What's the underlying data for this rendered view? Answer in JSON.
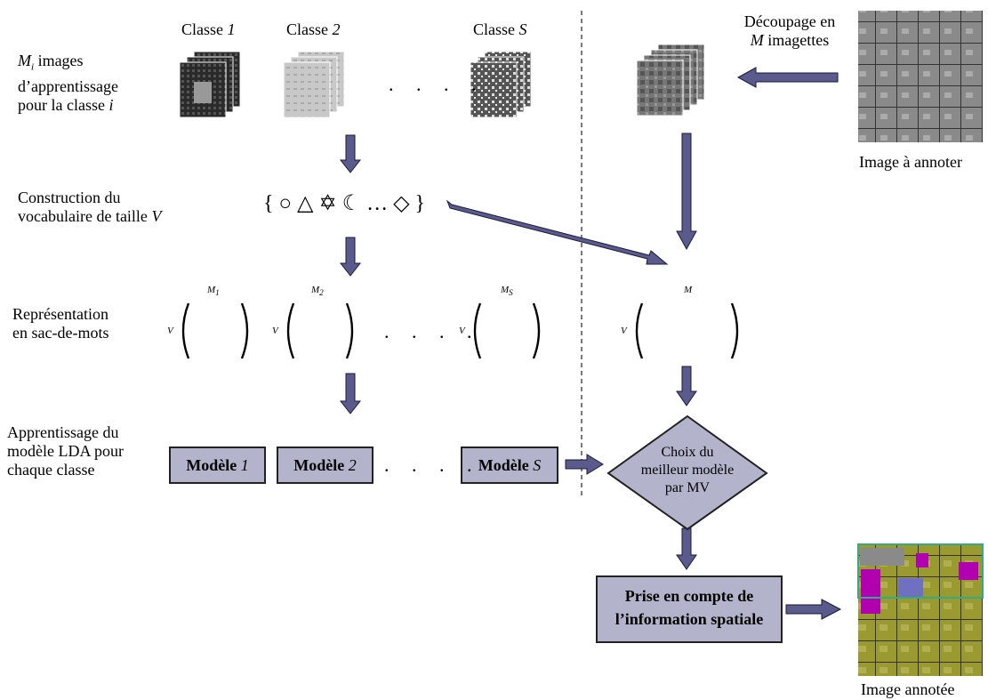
{
  "top": {
    "class1": {
      "prefix": "Classe ",
      "idx": "1"
    },
    "class2": {
      "prefix": "Classe ",
      "idx": "2"
    },
    "classS": {
      "prefix": "Classe ",
      "idx": "S"
    },
    "train_label": {
      "line1_var": "M",
      "line1_sub": "i",
      "line1_rest": " images",
      "line2": "d’apprentissage",
      "line3": "pour la classe ",
      "line3_var": "i"
    },
    "decoupage": {
      "line1": "Découpage en",
      "line2_var": "M",
      "line2_rest": " imagettes"
    },
    "image_to_annotate": "Image à annoter"
  },
  "vocab": {
    "label_line1": "Construction du",
    "label_line2": "vocabulaire de taille ",
    "label_var": "V",
    "symbols": "{ ○ △ ✡ ☾ … ◇ }"
  },
  "bow": {
    "label_line1": "Représentation",
    "label_line2": "en sac-de-mots",
    "row_var": "V",
    "m1": "M",
    "m1_sub": "1",
    "m2": "M",
    "m2_sub": "2",
    "ms": "M",
    "ms_sub": "S",
    "m": "M"
  },
  "lda": {
    "label_line1": "Apprentissage du",
    "label_line2": "modèle LDA pour",
    "label_line3": "chaque classe",
    "model1": {
      "prefix": "Modèle ",
      "idx": "1"
    },
    "model2": {
      "prefix": "Modèle ",
      "idx": "2"
    },
    "modelS": {
      "prefix": "Modèle ",
      "idx": "S"
    }
  },
  "decision": {
    "line1": "Choix du",
    "line2": "meilleur modèle",
    "line3": "par MV"
  },
  "spatial": {
    "line1": "Prise en compte de",
    "line2": "l’information spatiale"
  },
  "image_annotated": "Image annotée",
  "ellipsis": ". . . .",
  "colors": {
    "arrow": "#5a5a8c",
    "box": "#b3b3cc"
  }
}
